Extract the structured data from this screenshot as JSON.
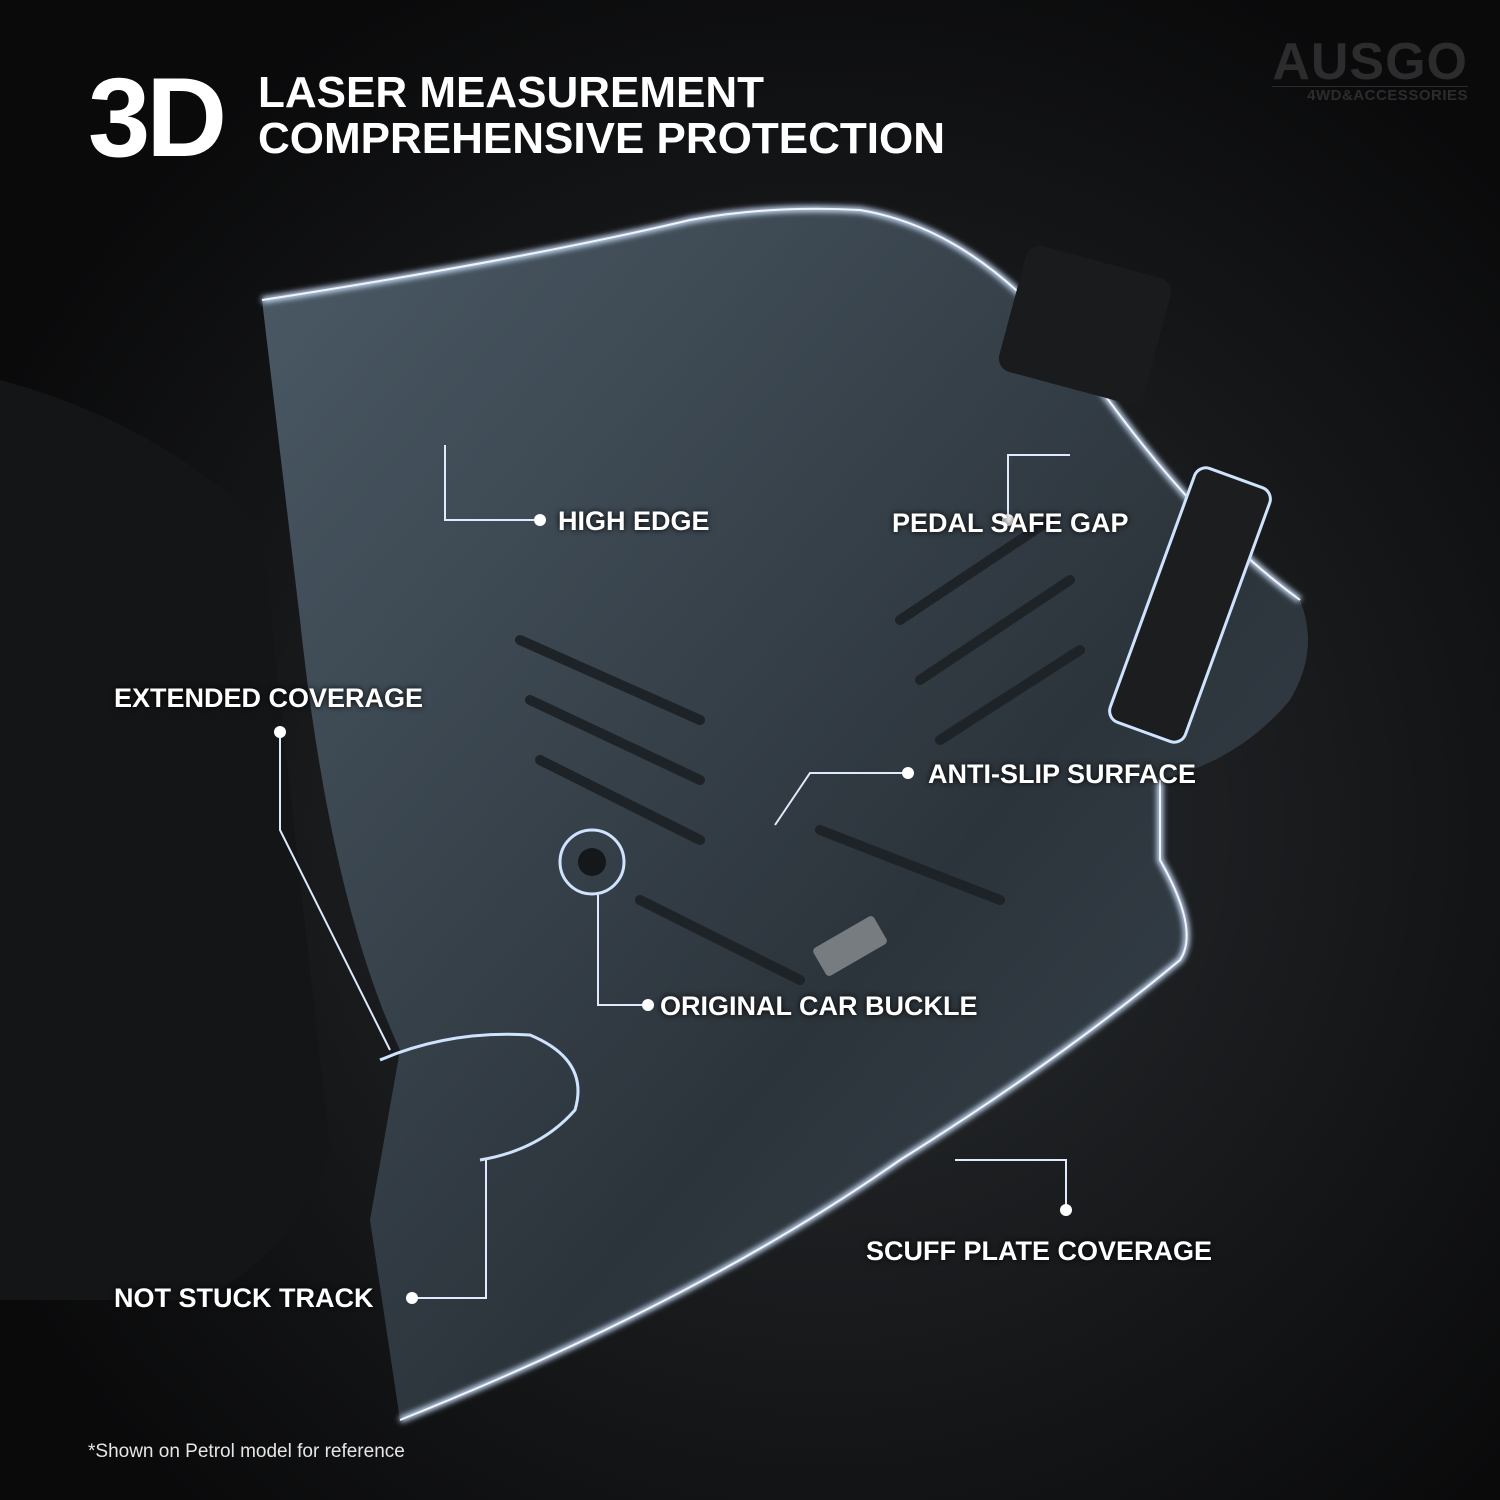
{
  "headline": {
    "big": "3D",
    "line1": "LASER MEASUREMENT",
    "line2": "COMPREHENSIVE PROTECTION"
  },
  "brand": {
    "name": "AUSGO",
    "tagline": "4WD&ACCESSORIES"
  },
  "callouts": [
    {
      "label": "HIGH EDGE"
    },
    {
      "label": "PEDAL SAFE GAP"
    },
    {
      "label": "EXTENDED COVERAGE"
    },
    {
      "label": "ANTI-SLIP SURFACE"
    },
    {
      "label": "ORIGINAL CAR BUCKLE"
    },
    {
      "label": "SCUFF PLATE COVERAGE"
    },
    {
      "label": "NOT STUCK TRACK"
    }
  ],
  "footnote": "*Shown on Petrol model for reference",
  "colors": {
    "outline": "#cfe3ff",
    "mat": "#3b4650",
    "background": "#0b0b0c"
  }
}
